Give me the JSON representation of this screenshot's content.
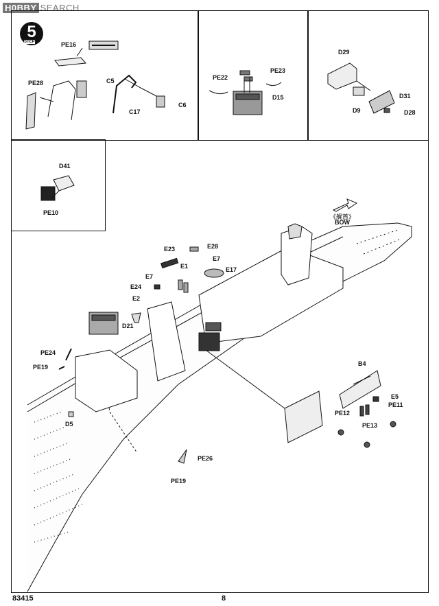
{
  "watermark": {
    "logo": "H0BBY",
    "text": "SEARCH"
  },
  "step": {
    "number": "5",
    "label": "STEP"
  },
  "parts": {
    "pe16": "PE16",
    "pe28": "PE28",
    "c5": "C5",
    "c17": "C17",
    "c6": "C6",
    "pe22": "PE22",
    "pe23": "PE23",
    "d15": "D15",
    "d29": "D29",
    "d31": "D31",
    "d9": "D9",
    "d28": "D28",
    "d41": "D41",
    "pe10": "PE10",
    "bow_cn": "《艉首》",
    "bow": "BOW",
    "e23": "E23",
    "e28": "E28",
    "e7a": "E7",
    "e7b": "E7",
    "e1": "E1",
    "e17": "E17",
    "e24": "E24",
    "e2": "E2",
    "d21": "D21",
    "pe24": "PE24",
    "pe19a": "PE19",
    "d5": "D5",
    "pe26": "PE26",
    "pe19b": "PE19",
    "b4": "B4",
    "e5": "E5",
    "pe11": "PE11",
    "pe12": "PE12",
    "pe13": "PE13"
  },
  "footer": {
    "kit_number": "83415",
    "page": "8"
  }
}
